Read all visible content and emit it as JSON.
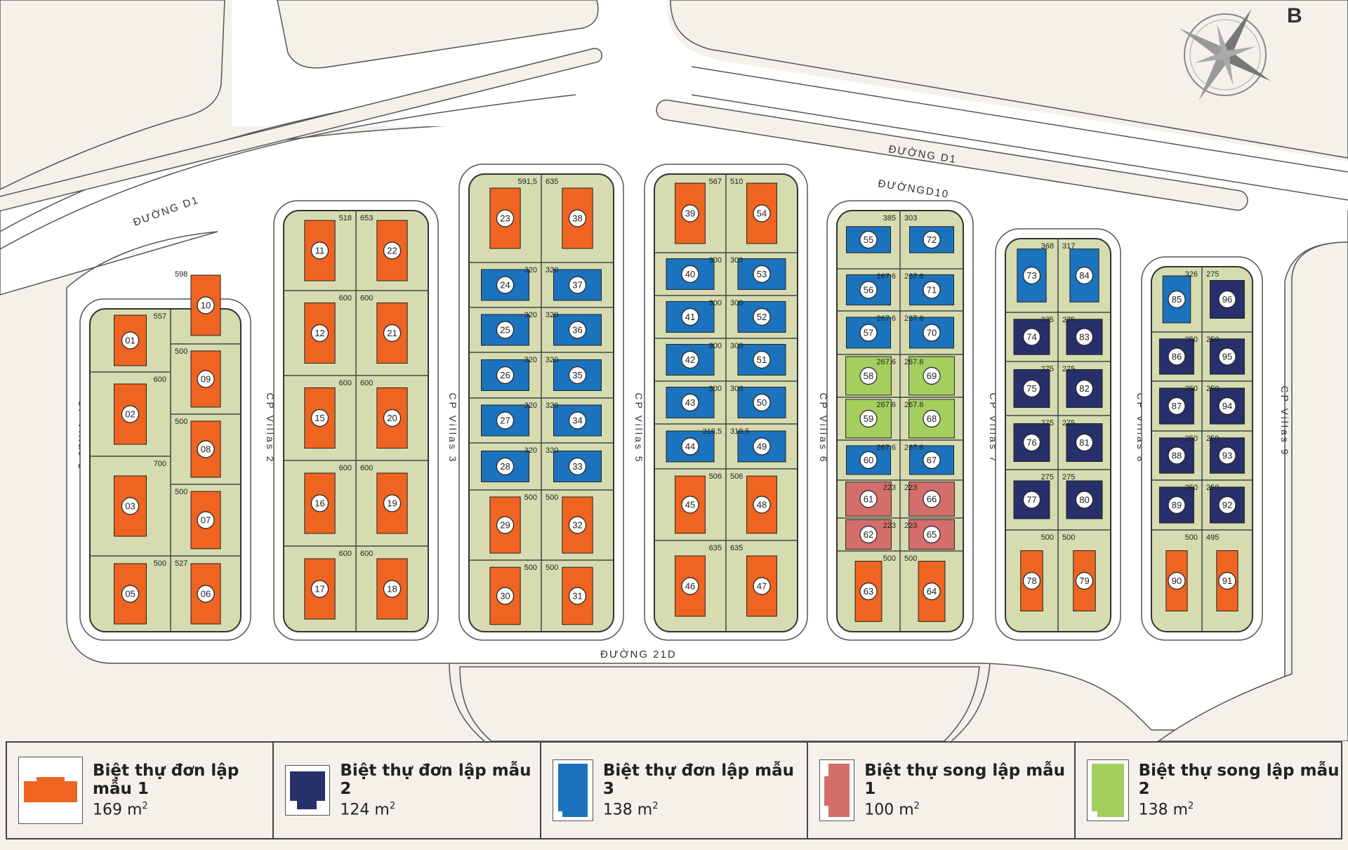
{
  "roads": {
    "d1": "ĐƯỜNG D1",
    "d10": "ĐƯỜNGD10",
    "r21d": "ĐƯỜNG 21D"
  },
  "compass": {
    "letter": "B"
  },
  "colors": {
    "lot": "#d6dcb0",
    "road": "#ffffff",
    "background": "#f3f1ea",
    "orange": "#ef6420",
    "navy": "#27306b",
    "blue": "#1c73bd",
    "pink": "#d46e6a",
    "green": "#a4cf5f"
  },
  "blocks": [
    {
      "name": "CP Villas 1",
      "lots": [
        {
          "n": "01",
          "t": "orange"
        },
        {
          "n": "02",
          "t": "orange"
        },
        {
          "n": "03",
          "t": "orange"
        },
        {
          "n": "05",
          "t": "orange"
        },
        {
          "n": "10",
          "t": "orange"
        },
        {
          "n": "09",
          "t": "orange"
        },
        {
          "n": "08",
          "t": "orange"
        },
        {
          "n": "07",
          "t": "orange"
        },
        {
          "n": "06",
          "t": "orange"
        }
      ],
      "areas": [
        "557",
        "600",
        "700",
        "500",
        "598",
        "500",
        "500",
        "500",
        "527"
      ]
    },
    {
      "name": "CP Villas 2",
      "lots": [
        {
          "n": "11",
          "t": "orange"
        },
        {
          "n": "12",
          "t": "orange"
        },
        {
          "n": "15",
          "t": "orange"
        },
        {
          "n": "16",
          "t": "orange"
        },
        {
          "n": "17",
          "t": "orange"
        },
        {
          "n": "22",
          "t": "orange"
        },
        {
          "n": "21",
          "t": "orange"
        },
        {
          "n": "20",
          "t": "orange"
        },
        {
          "n": "19",
          "t": "orange"
        },
        {
          "n": "18",
          "t": "orange"
        }
      ],
      "areas": [
        "518",
        "600",
        "600",
        "600",
        "600",
        "653",
        "600",
        "600",
        "600",
        "600"
      ]
    },
    {
      "name": "CP Villas 3",
      "lots": [
        {
          "n": "23",
          "t": "orange"
        },
        {
          "n": "24",
          "t": "blue"
        },
        {
          "n": "25",
          "t": "blue"
        },
        {
          "n": "26",
          "t": "blue"
        },
        {
          "n": "27",
          "t": "blue"
        },
        {
          "n": "28",
          "t": "blue"
        },
        {
          "n": "29",
          "t": "orange"
        },
        {
          "n": "30",
          "t": "orange"
        },
        {
          "n": "38",
          "t": "orange"
        },
        {
          "n": "37",
          "t": "blue"
        },
        {
          "n": "36",
          "t": "blue"
        },
        {
          "n": "35",
          "t": "blue"
        },
        {
          "n": "34",
          "t": "blue"
        },
        {
          "n": "33",
          "t": "blue"
        },
        {
          "n": "32",
          "t": "orange"
        },
        {
          "n": "31",
          "t": "orange"
        }
      ],
      "areas": [
        "591,5",
        "320",
        "320",
        "320",
        "320",
        "320",
        "500",
        "500",
        "635",
        "320",
        "320",
        "320",
        "320",
        "320",
        "500",
        "500"
      ]
    },
    {
      "name": "CP Villas 5",
      "lots": [
        {
          "n": "39",
          "t": "orange"
        },
        {
          "n": "40",
          "t": "blue"
        },
        {
          "n": "41",
          "t": "blue"
        },
        {
          "n": "42",
          "t": "blue"
        },
        {
          "n": "43",
          "t": "blue"
        },
        {
          "n": "44",
          "t": "blue"
        },
        {
          "n": "45",
          "t": "orange"
        },
        {
          "n": "46",
          "t": "orange"
        },
        {
          "n": "54",
          "t": "orange"
        },
        {
          "n": "53",
          "t": "blue"
        },
        {
          "n": "52",
          "t": "blue"
        },
        {
          "n": "51",
          "t": "blue"
        },
        {
          "n": "50",
          "t": "blue"
        },
        {
          "n": "49",
          "t": "blue"
        },
        {
          "n": "48",
          "t": "orange"
        },
        {
          "n": "47",
          "t": "orange"
        }
      ],
      "areas": [
        "567",
        "300",
        "300",
        "300",
        "300",
        "318,5",
        "506",
        "635",
        "510",
        "300",
        "300",
        "300",
        "300",
        "318,5",
        "506",
        "635"
      ]
    },
    {
      "name": "CP Villas 6",
      "lots": [
        {
          "n": "55",
          "t": "blue"
        },
        {
          "n": "56",
          "t": "blue"
        },
        {
          "n": "57",
          "t": "blue"
        },
        {
          "n": "58",
          "t": "green"
        },
        {
          "n": "59",
          "t": "green"
        },
        {
          "n": "60",
          "t": "blue"
        },
        {
          "n": "61",
          "t": "pink"
        },
        {
          "n": "62",
          "t": "pink"
        },
        {
          "n": "63",
          "t": "orange"
        },
        {
          "n": "72",
          "t": "blue"
        },
        {
          "n": "71",
          "t": "blue"
        },
        {
          "n": "70",
          "t": "blue"
        },
        {
          "n": "69",
          "t": "green"
        },
        {
          "n": "68",
          "t": "green"
        },
        {
          "n": "67",
          "t": "blue"
        },
        {
          "n": "66",
          "t": "pink"
        },
        {
          "n": "65",
          "t": "pink"
        },
        {
          "n": "64",
          "t": "orange"
        }
      ],
      "areas": [
        "385",
        "267.6",
        "267.6",
        "267.6",
        "267.6",
        "267.6",
        "223",
        "223",
        "500",
        "303",
        "267.6",
        "267.6",
        "267.6",
        "267.6",
        "267.6",
        "223",
        "223",
        "500"
      ]
    },
    {
      "name": "CP Villas 7",
      "lots": [
        {
          "n": "73",
          "t": "blue"
        },
        {
          "n": "74",
          "t": "navy"
        },
        {
          "n": "75",
          "t": "navy"
        },
        {
          "n": "76",
          "t": "navy"
        },
        {
          "n": "77",
          "t": "navy"
        },
        {
          "n": "78",
          "t": "orange"
        },
        {
          "n": "84",
          "t": "blue"
        },
        {
          "n": "83",
          "t": "navy"
        },
        {
          "n": "82",
          "t": "navy"
        },
        {
          "n": "81",
          "t": "navy"
        },
        {
          "n": "80",
          "t": "navy"
        },
        {
          "n": "79",
          "t": "orange"
        }
      ],
      "areas": [
        "368",
        "275",
        "275",
        "275",
        "275",
        "500",
        "317",
        "275",
        "275",
        "275",
        "275",
        "500"
      ]
    },
    {
      "name": "CP Villas 8",
      "lots": [
        {
          "n": "85",
          "t": "blue"
        },
        {
          "n": "86",
          "t": "navy"
        },
        {
          "n": "87",
          "t": "navy"
        },
        {
          "n": "88",
          "t": "navy"
        },
        {
          "n": "89",
          "t": "navy"
        },
        {
          "n": "90",
          "t": "orange"
        },
        {
          "n": "96",
          "t": "navy"
        },
        {
          "n": "95",
          "t": "navy"
        },
        {
          "n": "94",
          "t": "navy"
        },
        {
          "n": "93",
          "t": "navy"
        },
        {
          "n": "92",
          "t": "navy"
        },
        {
          "n": "91",
          "t": "orange"
        }
      ],
      "areas": [
        "326",
        "250",
        "250",
        "250",
        "250",
        "500",
        "275",
        "250",
        "250",
        "250",
        "250",
        "495"
      ]
    },
    {
      "name": "CP Villas 9",
      "lots": [],
      "areas": []
    }
  ],
  "legend": [
    {
      "title": "Biệt thự đơn lập mẫu 1",
      "area": "169 m",
      "sup": "2",
      "color": "#ef6420",
      "icon": "orange-villa-icon"
    },
    {
      "title": "Biệt thự đơn lập mẫu 2",
      "area": "124 m",
      "sup": "2",
      "color": "#27306b",
      "icon": "navy-villa-icon"
    },
    {
      "title": "Biệt thự đơn lập mẫu 3",
      "area": "138 m",
      "sup": "2",
      "color": "#1c73bd",
      "icon": "blue-villa-icon"
    },
    {
      "title": "Biệt thự song lập mẫu 1",
      "area": "100 m",
      "sup": "2",
      "color": "#d46e6a",
      "icon": "pink-villa-icon"
    },
    {
      "title": "Biệt thự song lập mẫu 2",
      "area": "138 m",
      "sup": "2",
      "color": "#a4cf5f",
      "icon": "green-villa-icon"
    }
  ]
}
